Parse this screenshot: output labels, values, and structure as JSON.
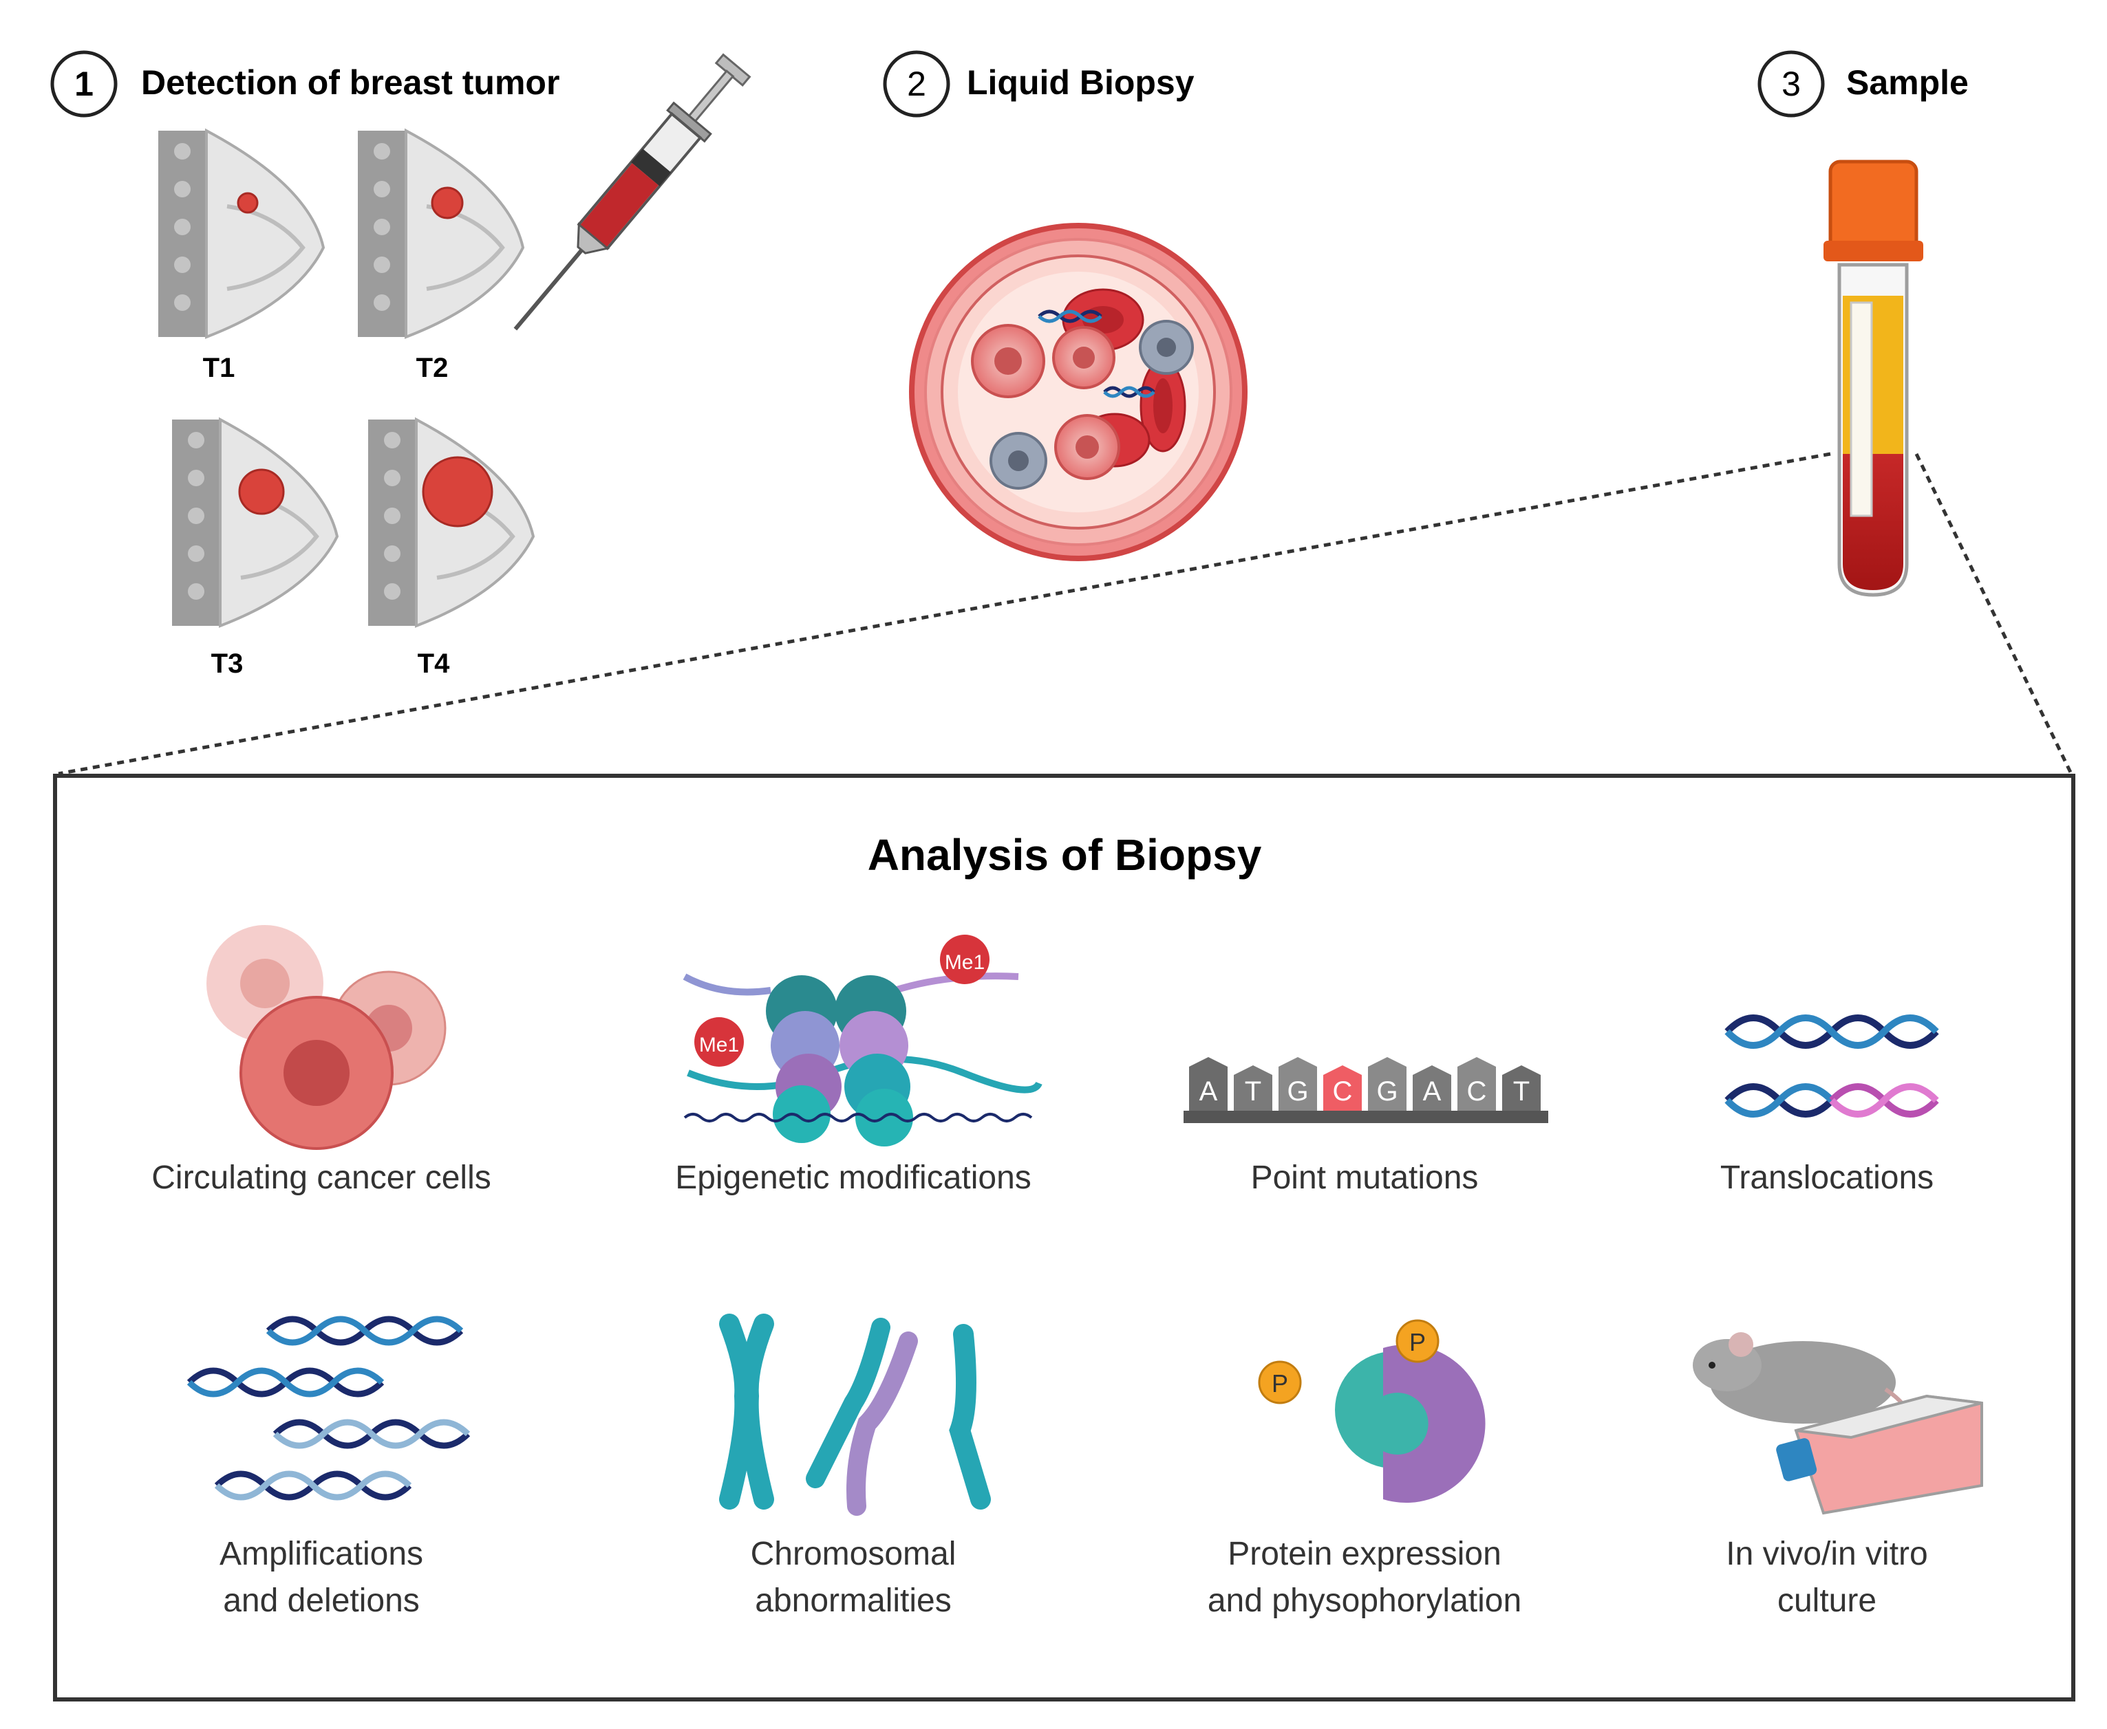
{
  "steps": [
    {
      "number": "1",
      "title": "Detection of breast tumor"
    },
    {
      "number": "2",
      "title": "Liquid Biopsy"
    },
    {
      "number": "3",
      "title": "Sample"
    }
  ],
  "tumor_stages": [
    "T1",
    "T2",
    "T3",
    "T4"
  ],
  "panel": {
    "title": "Analysis of Biopsy",
    "items": [
      {
        "line1": "Circulating cancer cells",
        "line2": ""
      },
      {
        "line1": "Epigenetic modifications",
        "line2": ""
      },
      {
        "line1": "Point mutations",
        "line2": ""
      },
      {
        "line1": "Translocations",
        "line2": ""
      },
      {
        "line1": "Amplifications",
        "line2": "and deletions"
      },
      {
        "line1": "Chromosomal",
        "line2": "abnormalities"
      },
      {
        "line1": "Protein expression",
        "line2": "and physophorylation"
      },
      {
        "line1": "In vivo/in vitro",
        "line2": "culture"
      }
    ]
  },
  "sequence_letters": [
    "A",
    "T",
    "G",
    "C",
    "G",
    "A",
    "C",
    "T"
  ],
  "methyl_label": "Me1",
  "phospho_label": "P",
  "colors": {
    "tumor_red": "#d9433b",
    "blood_red": "#b71c1c",
    "plasma_yellow": "#f2b51b",
    "cap_orange": "#f26b21",
    "dna_navy": "#1b2a6b",
    "dna_blue": "#2e86c1",
    "teal": "#26a6b4",
    "purple": "#9b6fb9",
    "pink": "#e07ad0",
    "gray": "#6d6d6d"
  }
}
